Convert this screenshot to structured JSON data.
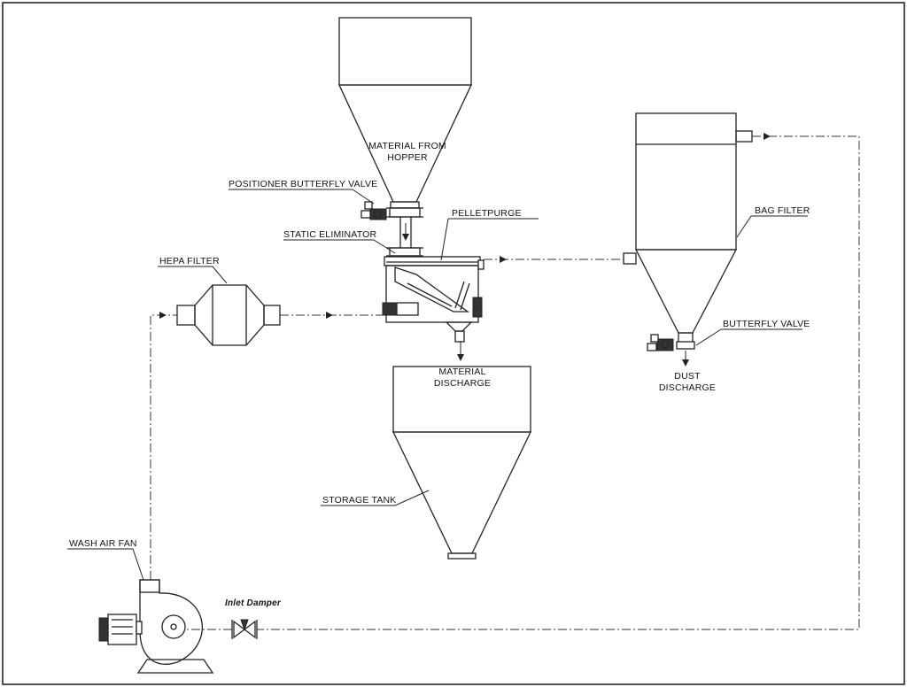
{
  "labels": {
    "material_from_hopper_1": "MATERIAL FROM",
    "material_from_hopper_2": "HOPPER",
    "positioner_butterfly_valve": "POSITIONER BUTTERFLY VALVE",
    "pelletpurge": "PELLETPURGE",
    "static_eliminator": "STATIC ELIMINATOR",
    "hepa_filter": "HEPA FILTER",
    "bag_filter": "BAG FILTER",
    "butterfly_valve": "BUTTERFLY VALVE",
    "dust_discharge_1": "DUST",
    "dust_discharge_2": "DISCHARGE",
    "material_discharge_1": "MATERIAL",
    "material_discharge_2": "DISCHARGE",
    "storage_tank": "STORAGE TANK",
    "wash_air_fan": "WASH AIR FAN",
    "inlet_damper": "Inlet Damper"
  },
  "colors": {
    "line": "#222222",
    "background": "#ffffff",
    "inlet_damper_text": "#8b1a1a"
  }
}
